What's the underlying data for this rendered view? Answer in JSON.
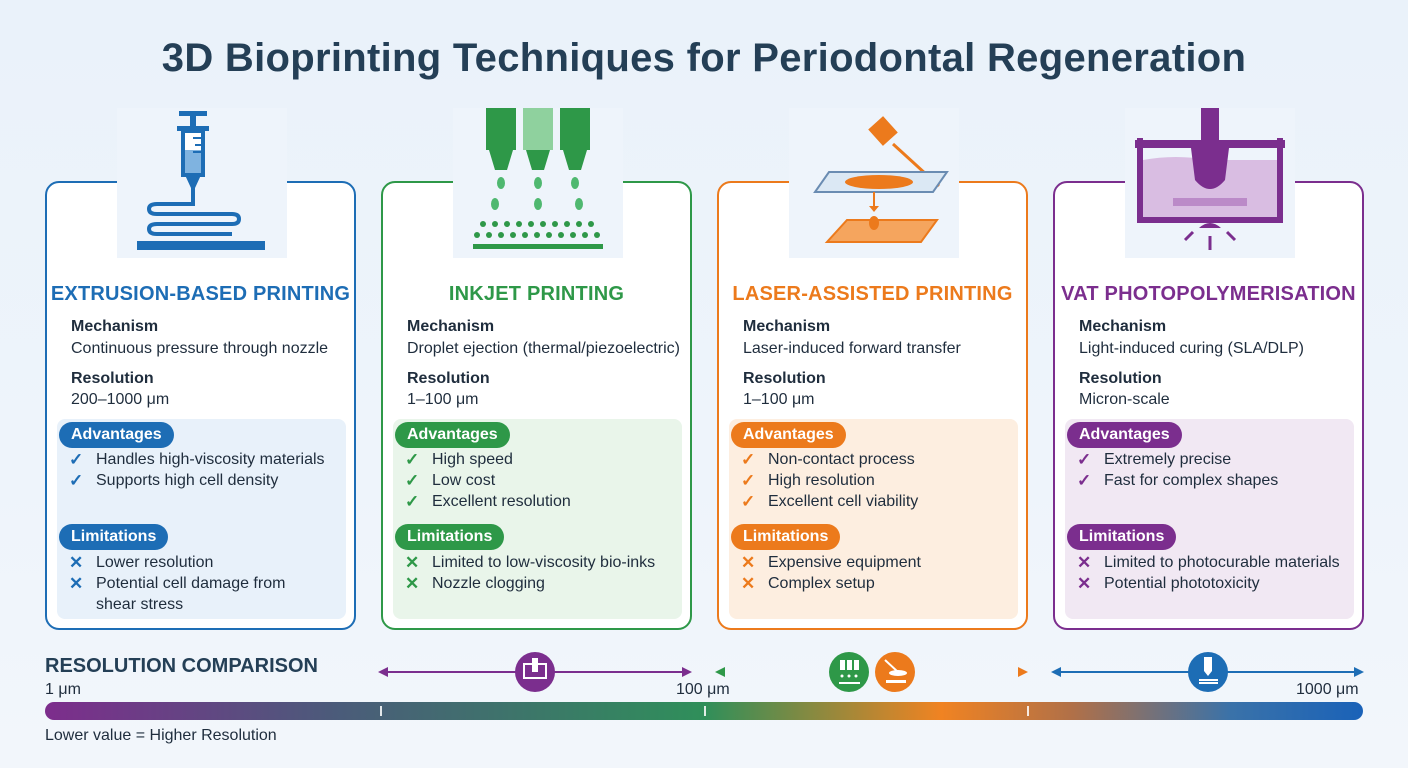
{
  "title": "3D Bioprinting Techniques for Periodontal Regeneration",
  "labels": {
    "mechanism": "Mechanism",
    "resolution": "Resolution",
    "advantages": "Advantages",
    "limitations": "Limitations"
  },
  "cards": [
    {
      "name": "EXTRUSION-BASED PRINTING",
      "color": "#1d6db5",
      "panel_color": "#e8f1fa",
      "mechanism": "Continuous pressure through nozzle",
      "resolution": "200–1000 μm",
      "advantages": [
        "Handles high-viscosity materials",
        "Supports high cell density"
      ],
      "limitations": [
        "Lower resolution",
        "Potential cell damage from",
        "shear stress"
      ]
    },
    {
      "name": "INKJET PRINTING",
      "color": "#2e9848",
      "panel_color": "#e9f5ea",
      "mechanism": "Droplet ejection (thermal/piezoelectric)",
      "resolution": "1–100 μm",
      "advantages": [
        "High speed",
        "Low cost",
        "Excellent resolution"
      ],
      "limitations": [
        "Limited to low-viscosity bio-inks",
        "Nozzle clogging"
      ]
    },
    {
      "name": "LASER-ASSISTED PRINTING",
      "color": "#ec7a1c",
      "panel_color": "#fdeee0",
      "mechanism": "Laser-induced forward transfer",
      "resolution": "1–100 μm",
      "advantages": [
        "Non-contact process",
        "High resolution",
        "Excellent cell viability"
      ],
      "limitations": [
        "Expensive equipment",
        "Complex setup"
      ]
    },
    {
      "name": "VAT PHOTOPOLYMERISATION",
      "color": "#7b2e8e",
      "panel_color": "#f1e8f3",
      "mechanism": "Light-induced curing (SLA/DLP)",
      "resolution": "Micron-scale",
      "advantages": [
        "Extremely precise",
        "Fast for complex shapes"
      ],
      "limitations": [
        "Limited to photocurable materials",
        "Potential phototoxicity"
      ]
    }
  ],
  "resolution_comparison": {
    "title": "RESOLUTION COMPARISON",
    "min_label": "1 μm",
    "mid_label": "100 μm",
    "max_label": "1000 μm",
    "footnote": "Lower value = Higher Resolution",
    "ranges": [
      {
        "technique": "VAT PHOTOPOLYMERISATION",
        "icon": "vat-icon",
        "color": "#7b2e8e"
      },
      {
        "technique": "INKJET PRINTING",
        "icon": "inkjet-icon",
        "color": "#2e9848"
      },
      {
        "technique": "LASER-ASSISTED PRINTING",
        "icon": "laser-icon",
        "color": "#ec7a1c"
      },
      {
        "technique": "EXTRUSION-BASED PRINTING",
        "icon": "extrusion-icon",
        "color": "#1d6db5"
      }
    ]
  },
  "icons": [
    "syringe-extrusion-icon",
    "inkjet-nozzle-icon",
    "laser-transfer-icon",
    "vat-light-icon",
    "check-icon",
    "cross-icon"
  ]
}
